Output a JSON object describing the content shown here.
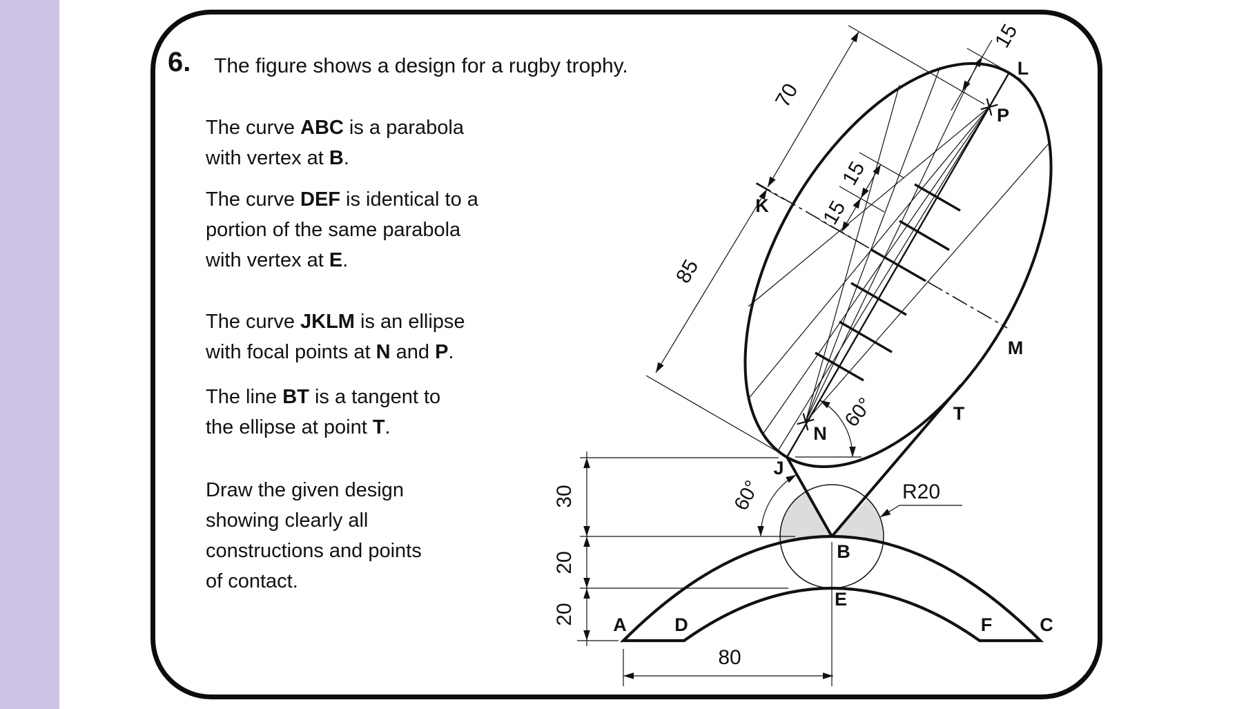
{
  "colors": {
    "sidebar_purple": "#cdc4e6",
    "ink": "#111111",
    "fillet_gray": "#dcdcdc",
    "background": "#ffffff"
  },
  "question": {
    "number": "6.",
    "heading": "The figure shows a design for a rugby trophy."
  },
  "instructions": [
    {
      "lines": [
        [
          [
            "The curve ",
            0
          ],
          [
            "ABC",
            1
          ],
          [
            " is a parabola",
            0
          ]
        ],
        [
          [
            "with vertex at ",
            0
          ],
          [
            "B",
            1
          ],
          [
            ".",
            0
          ]
        ]
      ]
    },
    {
      "lines": [
        [
          [
            "The curve ",
            0
          ],
          [
            "DEF",
            1
          ],
          [
            " is identical to a",
            0
          ]
        ],
        [
          [
            "portion of the same parabola",
            0
          ]
        ],
        [
          [
            "with vertex at ",
            0
          ],
          [
            "E",
            1
          ],
          [
            ".",
            0
          ]
        ]
      ]
    },
    {
      "lines": [
        [
          [
            "The curve ",
            0
          ],
          [
            "JKLM",
            1
          ],
          [
            " is an ellipse",
            0
          ]
        ],
        [
          [
            "with focal points at ",
            0
          ],
          [
            "N",
            1
          ],
          [
            " and ",
            0
          ],
          [
            "P",
            1
          ],
          [
            ".",
            0
          ]
        ]
      ]
    },
    {
      "lines": [
        [
          [
            "The line ",
            0
          ],
          [
            "BT",
            1
          ],
          [
            " is a tangent to",
            0
          ]
        ],
        [
          [
            "the ellipse at point ",
            0
          ],
          [
            "T",
            1
          ],
          [
            ".",
            0
          ]
        ]
      ]
    },
    {
      "lines": [
        [
          [
            "Draw the given design",
            0
          ]
        ],
        [
          [
            "showing clearly all",
            0
          ]
        ],
        [
          [
            "constructions and points",
            0
          ]
        ],
        [
          [
            "of contact.",
            0
          ]
        ]
      ]
    }
  ],
  "drawing": {
    "point_labels": {
      "A": "A",
      "B": "B",
      "C": "C",
      "D": "D",
      "E": "E",
      "F": "F",
      "J": "J",
      "K": "K",
      "L": "L",
      "M": "M",
      "N": "N",
      "P": "P",
      "T": "T"
    },
    "dims": {
      "top15": "15",
      "d70": "70",
      "d85": "85",
      "mid15_upper": "15",
      "mid15_lower": "15",
      "h30": "30",
      "h20_mid": "20",
      "h20_low": "20",
      "w80": "80",
      "radius": "R20",
      "angle_n": "60°",
      "angle_b": "60°"
    }
  }
}
